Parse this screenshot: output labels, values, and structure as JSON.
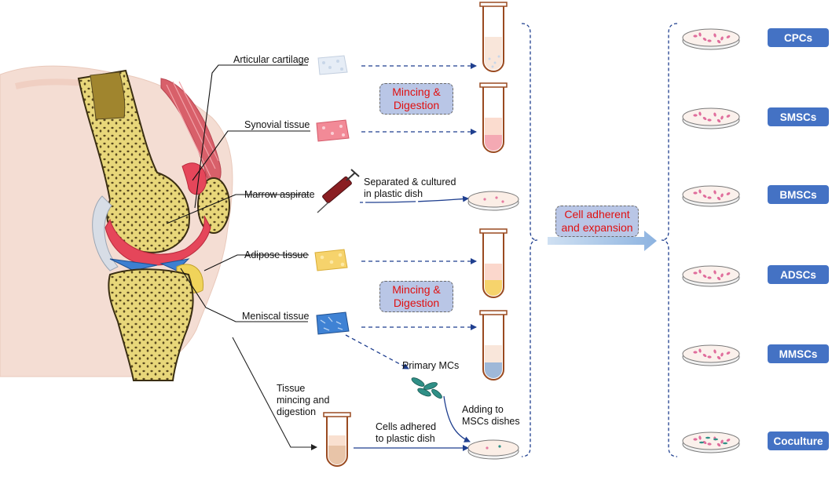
{
  "sources": {
    "articular_cartilage": "Articular cartilage",
    "synovial_tissue": "Synovial tissue",
    "marrow_aspirate": "Marrow aspirate",
    "adipose_tissue": "Adipose tissue",
    "meniscal_tissue": "Meniscal tissue"
  },
  "process_boxes": {
    "mincing_digestion_top": "Mincing & Digestion",
    "mincing_digestion_bottom": "Mincing & Digestion",
    "cell_adherent": "Cell adherent and expansion"
  },
  "annotations": {
    "separated_cultured": "Separated & cultured in plastic dish",
    "primary_mcs": "Primary MCs",
    "tissue_mincing": "Tissue mincing and digestion",
    "adding_to_mscs": "Adding to MSCs dishes",
    "cells_adhered": "Cells adhered to plastic dish"
  },
  "cell_types": [
    "CPCs",
    "SMSCs",
    "BMSCs",
    "ADSCs",
    "MMSCs",
    "Coculture"
  ],
  "colors": {
    "arrow_blue": "#1f3f8f",
    "badge_blue": "#4472c4",
    "box_fill": "#b9c6e6",
    "box_text": "#e01010",
    "bone_yellow": "#e8d77a",
    "cartilage_red": "#e5465a",
    "meniscus_blue": "#3d7fd0",
    "fat_yellow": "#f0d35a"
  }
}
